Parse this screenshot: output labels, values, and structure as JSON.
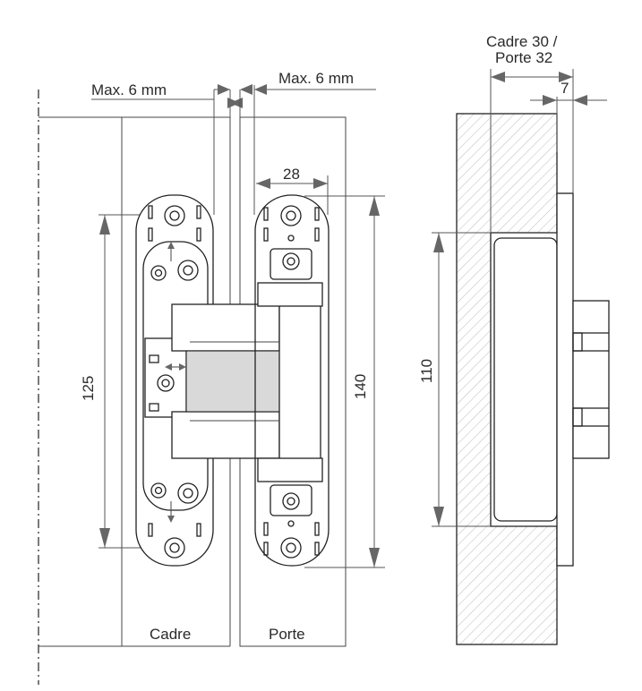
{
  "labels": {
    "gap_left": "Max. 6 mm",
    "gap_right": "Max. 6 mm",
    "width_28": "28",
    "height_125": "125",
    "height_140": "140",
    "height_110": "110",
    "side_top_line1": "Cadre 30 /",
    "side_top_line2": "Porte 32",
    "offset_7": "7",
    "frame_label": "Cadre",
    "door_label": "Porte"
  },
  "colors": {
    "line": "#222222",
    "dimension": "#666666",
    "hatch": "#bbbbbb",
    "fill_grey": "#d9d9d9"
  }
}
